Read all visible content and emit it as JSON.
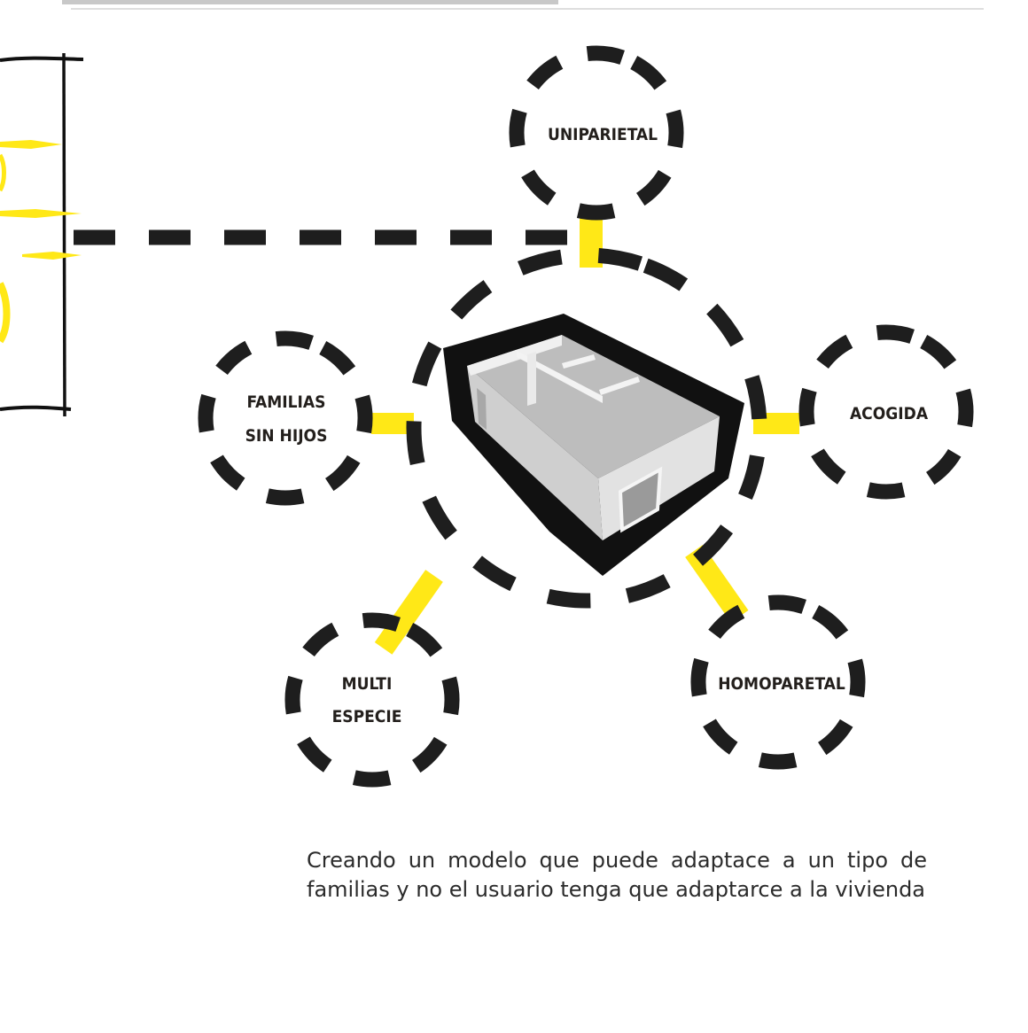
{
  "nodes": {
    "uniparietal": "UNIPARIETAL",
    "familias_line1": "FAMILIAS",
    "familias_line2": "SIN HIJOS",
    "acogida": "ACOGIDA",
    "multi_line1": "MULTI",
    "multi_line2": "ESPECIE",
    "homoparetal": "HOMOPARETAL"
  },
  "caption": "Creando un modelo que puede adaptace a un tipo de familias y no el usuario tenga que adaptarce a la vivienda",
  "colors": {
    "accent_yellow": "#ffe817",
    "dash_black": "#1e1e1e",
    "text_dark": "#231f1c",
    "house_wall": "#d9d9d9"
  }
}
